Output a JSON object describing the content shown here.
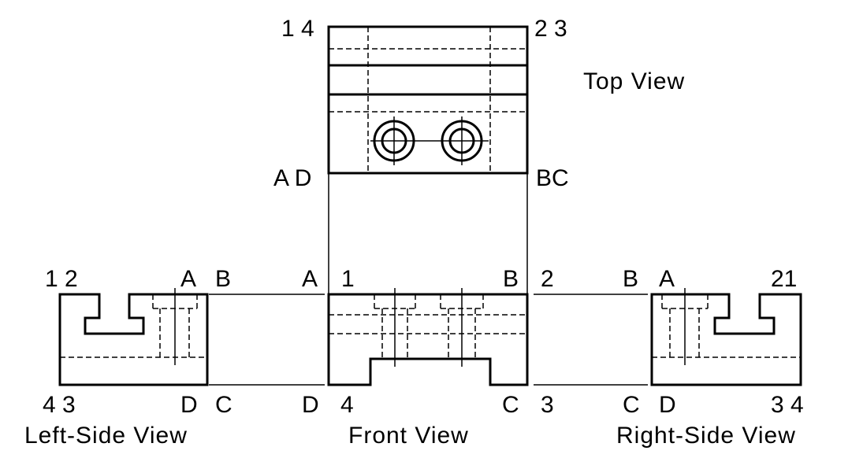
{
  "views": {
    "top": {
      "title": "Top View",
      "corner_top_left": "1 4",
      "corner_top_right": "2 3",
      "corner_bottom_left": "A D",
      "corner_bottom_right": "BC"
    },
    "front": {
      "title": "Front View",
      "corner_top_left": "1",
      "corner_top_right": "B",
      "corner_bottom_left": "4",
      "corner_bottom_right": "C",
      "outer_top_left": "A",
      "outer_bottom_left": "D"
    },
    "left_side": {
      "title": "Left-Side View",
      "corner_top_left": "1 2",
      "corner_top_right": "A",
      "corner_bottom_left": "4 3",
      "corner_bottom_right": "D",
      "outer_top_right": "B",
      "outer_bottom_right": "C"
    },
    "right_side": {
      "title": "Right-Side View",
      "corner_top_left": "A",
      "corner_top_right": "21",
      "corner_bottom_left": "D",
      "corner_bottom_right": "3 4",
      "outer_top_left": "B",
      "outer_bottom_left": "C"
    },
    "front_right_gap": {
      "top_left": "2",
      "bottom_left": "3"
    }
  }
}
